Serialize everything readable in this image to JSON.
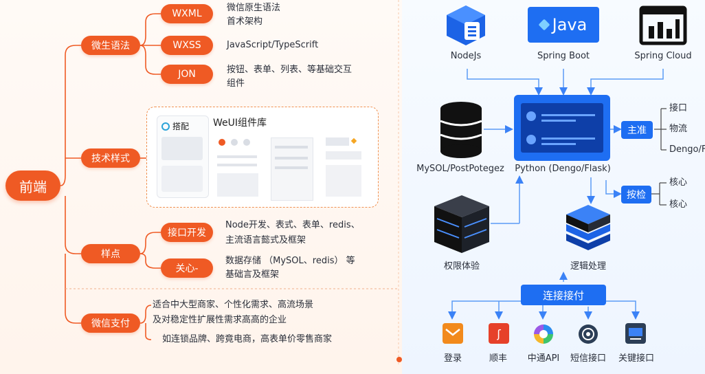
{
  "root": "前端",
  "branches": [
    {
      "label": "微生语法",
      "children": [
        {
          "label": "WXML",
          "text": [
            "微信原生语法",
            "首术架构"
          ]
        },
        {
          "label": "WXSS",
          "text": [
            "JavaScript/TypeScrift"
          ]
        },
        {
          "label": "JON",
          "text": [
            "按钮、表单、列表、等基础交互",
            "组件"
          ]
        }
      ]
    },
    {
      "label": "技术样式",
      "weui": {
        "tag": "搭配",
        "title": "WeUI组件库"
      }
    },
    {
      "label": "样点",
      "children": [
        {
          "label": "接口开发",
          "text": [
            "Node开发、表式、表单、redis、",
            "主流语言懿式及框架"
          ]
        },
        {
          "label": "关心-",
          "text": [
            "数据存储 （MySOL、redis） 等",
            "基础言及框架"
          ]
        }
      ]
    },
    {
      "label": "微信支付",
      "text": [
        "适合中大型商家、个性化需求、高流场景",
        "及对稳定性扩展性需求高高的企业",
        "如连锁品牌、跨竟电商，高表单价零售商家"
      ]
    }
  ],
  "right": {
    "top_nodes": [
      "NodeJs",
      "Spring Boot",
      "Spring Cloud"
    ],
    "java_label": "Java",
    "db_label": "MySOL/PostPotegez",
    "center_label": "Python (Dengo/Flask)",
    "main_btn": "主准",
    "main_items": [
      "接口",
      "物流",
      "Dengo/F"
    ],
    "check_btn": "按检",
    "check_items": [
      "核心",
      "核心"
    ],
    "server_label": "权限体验",
    "logic_label": "逻辑处理",
    "connect_btn": "连接接付",
    "bottom_items": [
      "登录",
      "顺丰",
      "中通API",
      "短信接口",
      "关键接口"
    ]
  },
  "colors": {
    "orange": "#ef5a24",
    "blue": "#1e6ef2"
  }
}
